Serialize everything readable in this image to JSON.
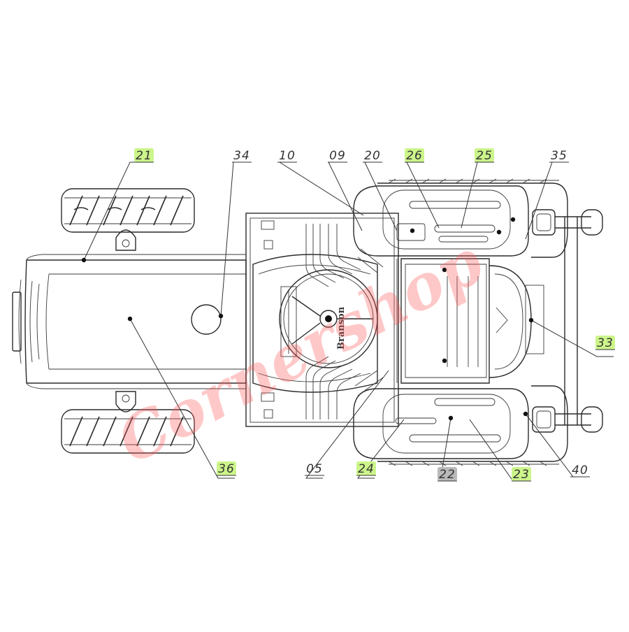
{
  "diagram": {
    "callouts": [
      {
        "id": "21",
        "highlight": "green"
      },
      {
        "id": "34",
        "highlight": "none"
      },
      {
        "id": "10",
        "highlight": "none"
      },
      {
        "id": "09",
        "highlight": "none"
      },
      {
        "id": "20",
        "highlight": "none"
      },
      {
        "id": "26",
        "highlight": "green"
      },
      {
        "id": "25",
        "highlight": "green"
      },
      {
        "id": "35",
        "highlight": "none"
      },
      {
        "id": "33",
        "highlight": "green"
      },
      {
        "id": "36",
        "highlight": "green"
      },
      {
        "id": "05",
        "highlight": "none"
      },
      {
        "id": "24",
        "highlight": "green"
      },
      {
        "id": "22",
        "highlight": "grey"
      },
      {
        "id": "23",
        "highlight": "green"
      },
      {
        "id": "40",
        "highlight": "none"
      }
    ],
    "steering_wheel_text": "Branson",
    "watermark_text": "Cornershop",
    "colors": {
      "line": "#2a2a2a",
      "highlight_green": "#ccf58a",
      "highlight_grey": "#b9b9b9",
      "watermark": "#ff5a5a"
    }
  }
}
